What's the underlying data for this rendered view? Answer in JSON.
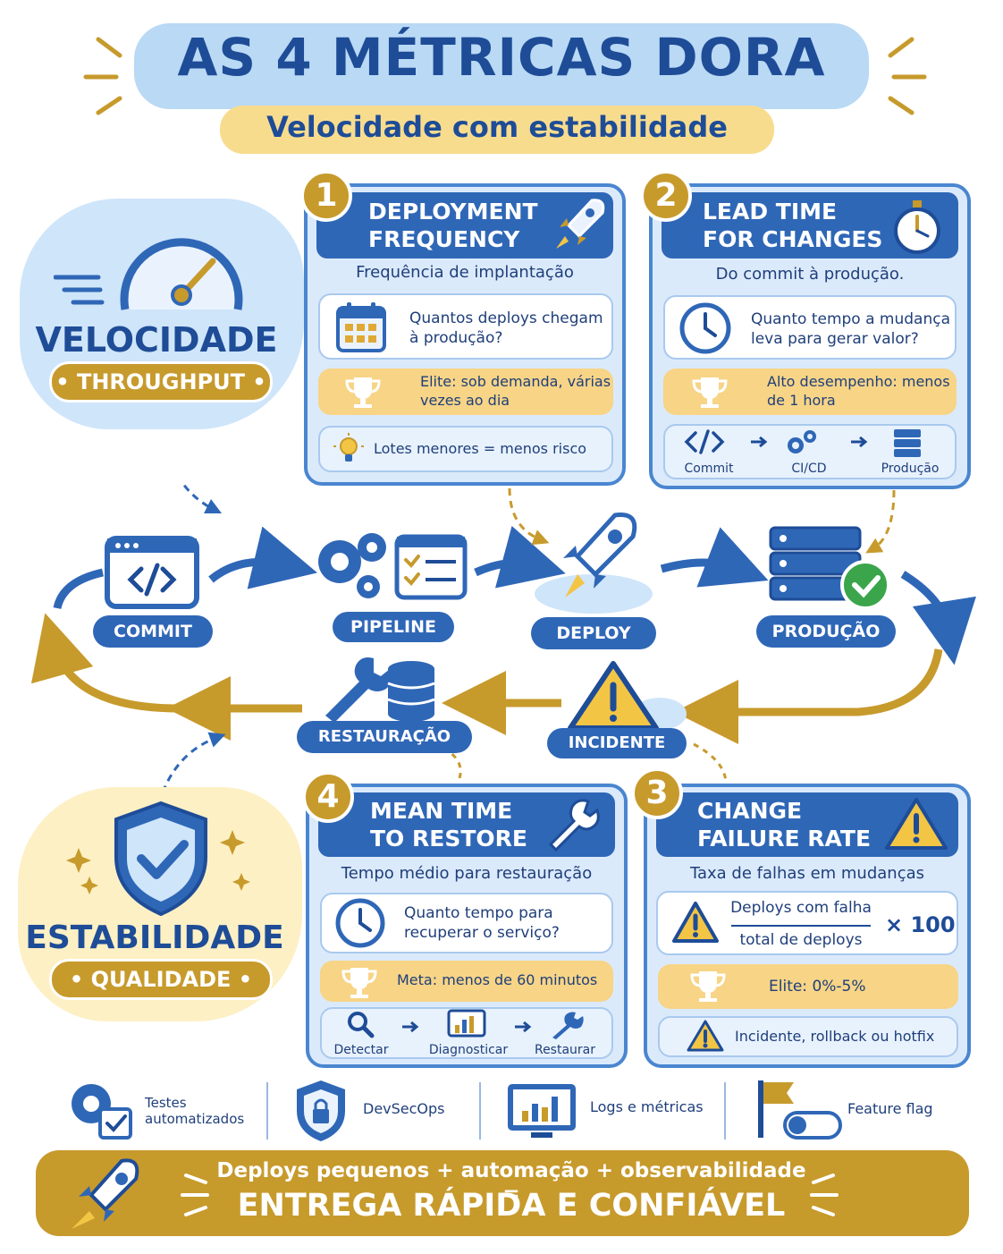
{
  "title": "AS 4 MÉTRICAS DORA",
  "subtitle": "Velocidade com estabilidade",
  "left_top": {
    "label": "VELOCIDADE",
    "pill": "• THROUGHPUT •"
  },
  "left_bottom": {
    "label": "ESTABILIDADE",
    "pill": "• QUALIDADE •"
  },
  "cards": [
    {
      "number": "1",
      "title_line1": "DEPLOYMENT",
      "title_line2": "FREQUENCY",
      "subtitle": "Frequência de implantação",
      "question": "Quantos deploys chegam à produção?",
      "goal": "Elite: sob demanda, várias vezes ao dia",
      "tip": "Lotes menores = menos risco"
    },
    {
      "number": "2",
      "title_line1": "LEAD TIME",
      "title_line2": "FOR CHANGES",
      "subtitle": "Do commit à produção.",
      "question": "Quanto tempo a mudança leva para gerar valor?",
      "goal": "Alto desempenho: menos de 1 hora",
      "flow": [
        "Commit",
        "CI/CD",
        "Produção"
      ]
    },
    {
      "number": "3",
      "title_line1": "CHANGE",
      "title_line2": "FAILURE RATE",
      "subtitle": "Taxa de falhas em mudanças",
      "numerator": "Deploys com falha",
      "denominator": "total de deploys",
      "multiplier": "× 100",
      "goal": "Elite: 0%-5%",
      "tip": "Incidente, rollback ou hotfix"
    },
    {
      "number": "4",
      "title_line1": "MEAN TIME",
      "title_line2": "TO RESTORE",
      "subtitle": "Tempo médio para restauração",
      "question": "Quanto tempo para recuperar o serviço?",
      "goal": "Meta: menos de 60 minutos",
      "flow": [
        "Detectar",
        "Diagnosticar",
        "Restaurar"
      ]
    }
  ],
  "cycle": {
    "commit": "COMMIT",
    "pipeline": "PIPELINE",
    "deploy": "DEPLOY",
    "production": "PRODUÇÃO",
    "incident": "INCIDENTE",
    "restoration": "RESTAURAÇÃO"
  },
  "practices": [
    {
      "label": "Testes automatizados",
      "icon": "gear-check-icon"
    },
    {
      "label": "DevSecOps",
      "icon": "shield-lock-icon"
    },
    {
      "label": "Logs e métricas",
      "icon": "monitor-chart-icon"
    },
    {
      "label": "Feature flag",
      "icon": "flag-toggle-icon"
    }
  ],
  "banner": {
    "line1": "Deploys pequenos + automação + observabilidade =",
    "line2": "ENTREGA RÁPIDA E CONFIÁVEL"
  },
  "colors": {
    "blue": "#2f67b7",
    "gold": "#c79a2c",
    "light_blue": "#dbeafb",
    "light_gold": "#f7d486"
  }
}
